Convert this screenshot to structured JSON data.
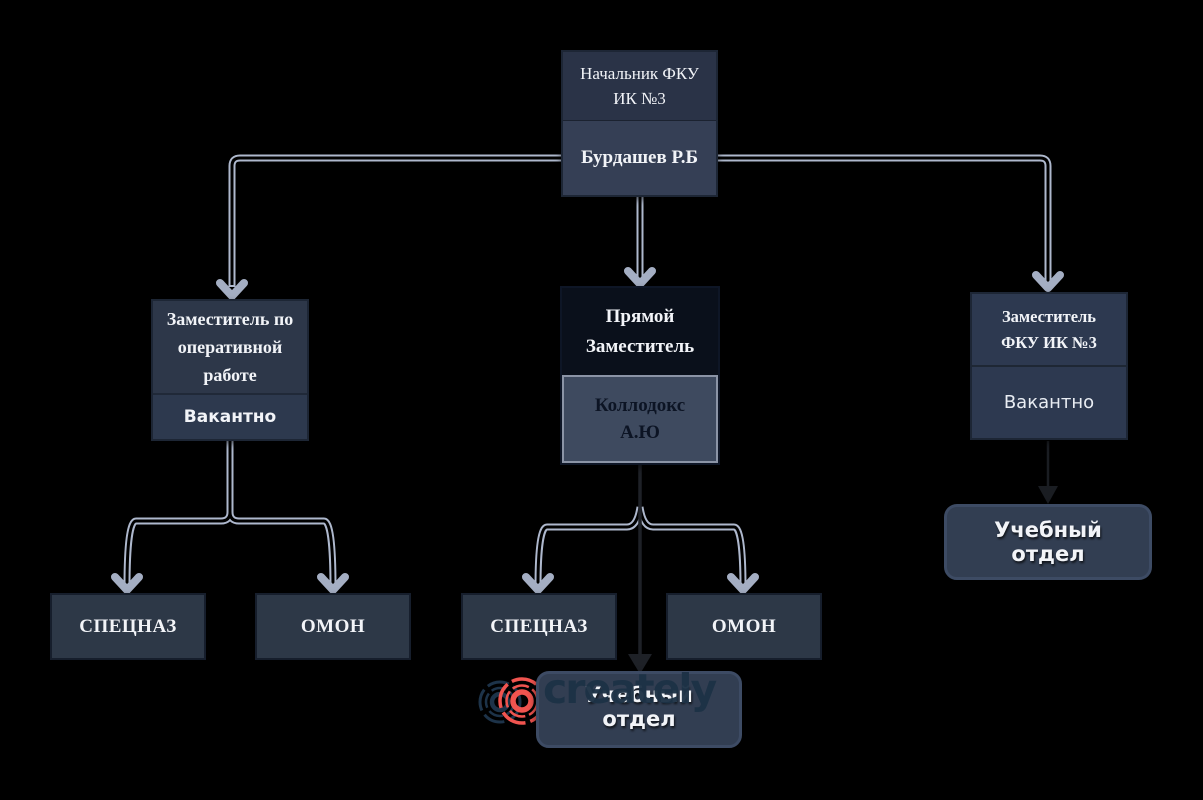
{
  "org": {
    "chief": {
      "title": "Начальник ФКУ ИК №3",
      "name": "Бурдашев Р.Б"
    },
    "deputy_operations": {
      "title": "Заместитель по оперативной работе",
      "name": "Вакантно"
    },
    "deputy_direct": {
      "title": "Прямой Заместитель",
      "name": "Коллодокс А.Ю"
    },
    "deputy_fku": {
      "title": "Заместитель ФКУ ИК №3",
      "name": "Вакантно"
    },
    "left_units": [
      {
        "label": "СПЕЦНАЗ"
      },
      {
        "label": "ОМОН"
      }
    ],
    "mid_units": [
      {
        "label": "СПЕЦНАЗ"
      },
      {
        "label": "ОМОН"
      }
    ],
    "training_mid": {
      "label": "Учебный отдел"
    },
    "training_right": {
      "label": "Учебный отдел"
    }
  },
  "watermark": {
    "brand": "creately"
  },
  "colors": {
    "background": "#000000",
    "node_fill": "#2e3950",
    "node_fill_dark": "#0a101b",
    "node_fill_light": "#3e4a5f",
    "connector_light": "#aeb8cd",
    "connector_black": "#1e2127",
    "watermark_navy": "#1d3246",
    "watermark_red": "#f0544f"
  }
}
